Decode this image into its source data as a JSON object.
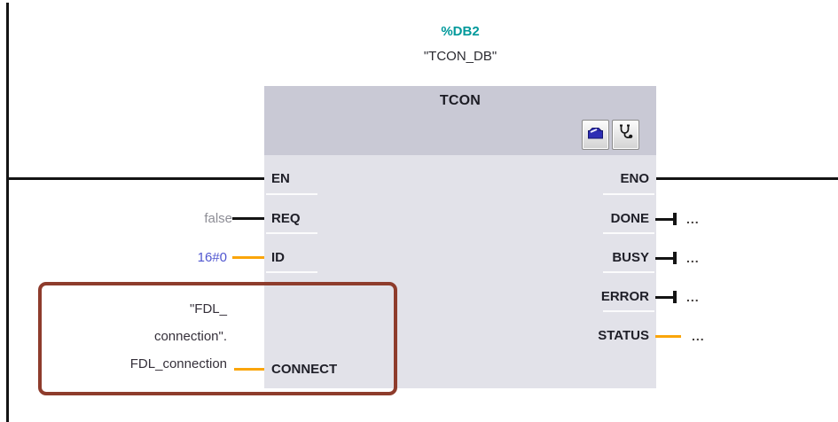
{
  "colors": {
    "accent_orange": "#faa50a",
    "selection_border": "#8e3c2c",
    "db_address_teal": "#00999b",
    "constant_blue": "#5157d0",
    "default_value_gray": "#8e8e96",
    "block_header_bg": "#c9c9d5",
    "block_body_bg": "#e2e2e9",
    "wire_black": "#141414"
  },
  "call_header": {
    "db_address": "%DB2",
    "db_name": "\"TCON_DB\""
  },
  "block": {
    "title": "TCON",
    "buttons": [
      {
        "name": "start-configuration",
        "icon": "toolbox-icon"
      },
      {
        "name": "connection-diagnostics",
        "icon": "stethoscope-icon"
      }
    ],
    "left_pins": [
      {
        "label": "EN"
      },
      {
        "label": "REQ",
        "value": "false"
      },
      {
        "label": "ID",
        "value": "16#0"
      },
      {
        "label": "CONNECT"
      }
    ],
    "connect_operand_lines": [
      "\"FDL_",
      "connection\".",
      "FDL_connection"
    ],
    "right_pins": [
      {
        "label": "ENO"
      },
      {
        "label": "DONE",
        "placeholder": "..."
      },
      {
        "label": "BUSY",
        "placeholder": "..."
      },
      {
        "label": "ERROR",
        "placeholder": "..."
      },
      {
        "label": "STATUS",
        "placeholder": "..."
      }
    ]
  }
}
